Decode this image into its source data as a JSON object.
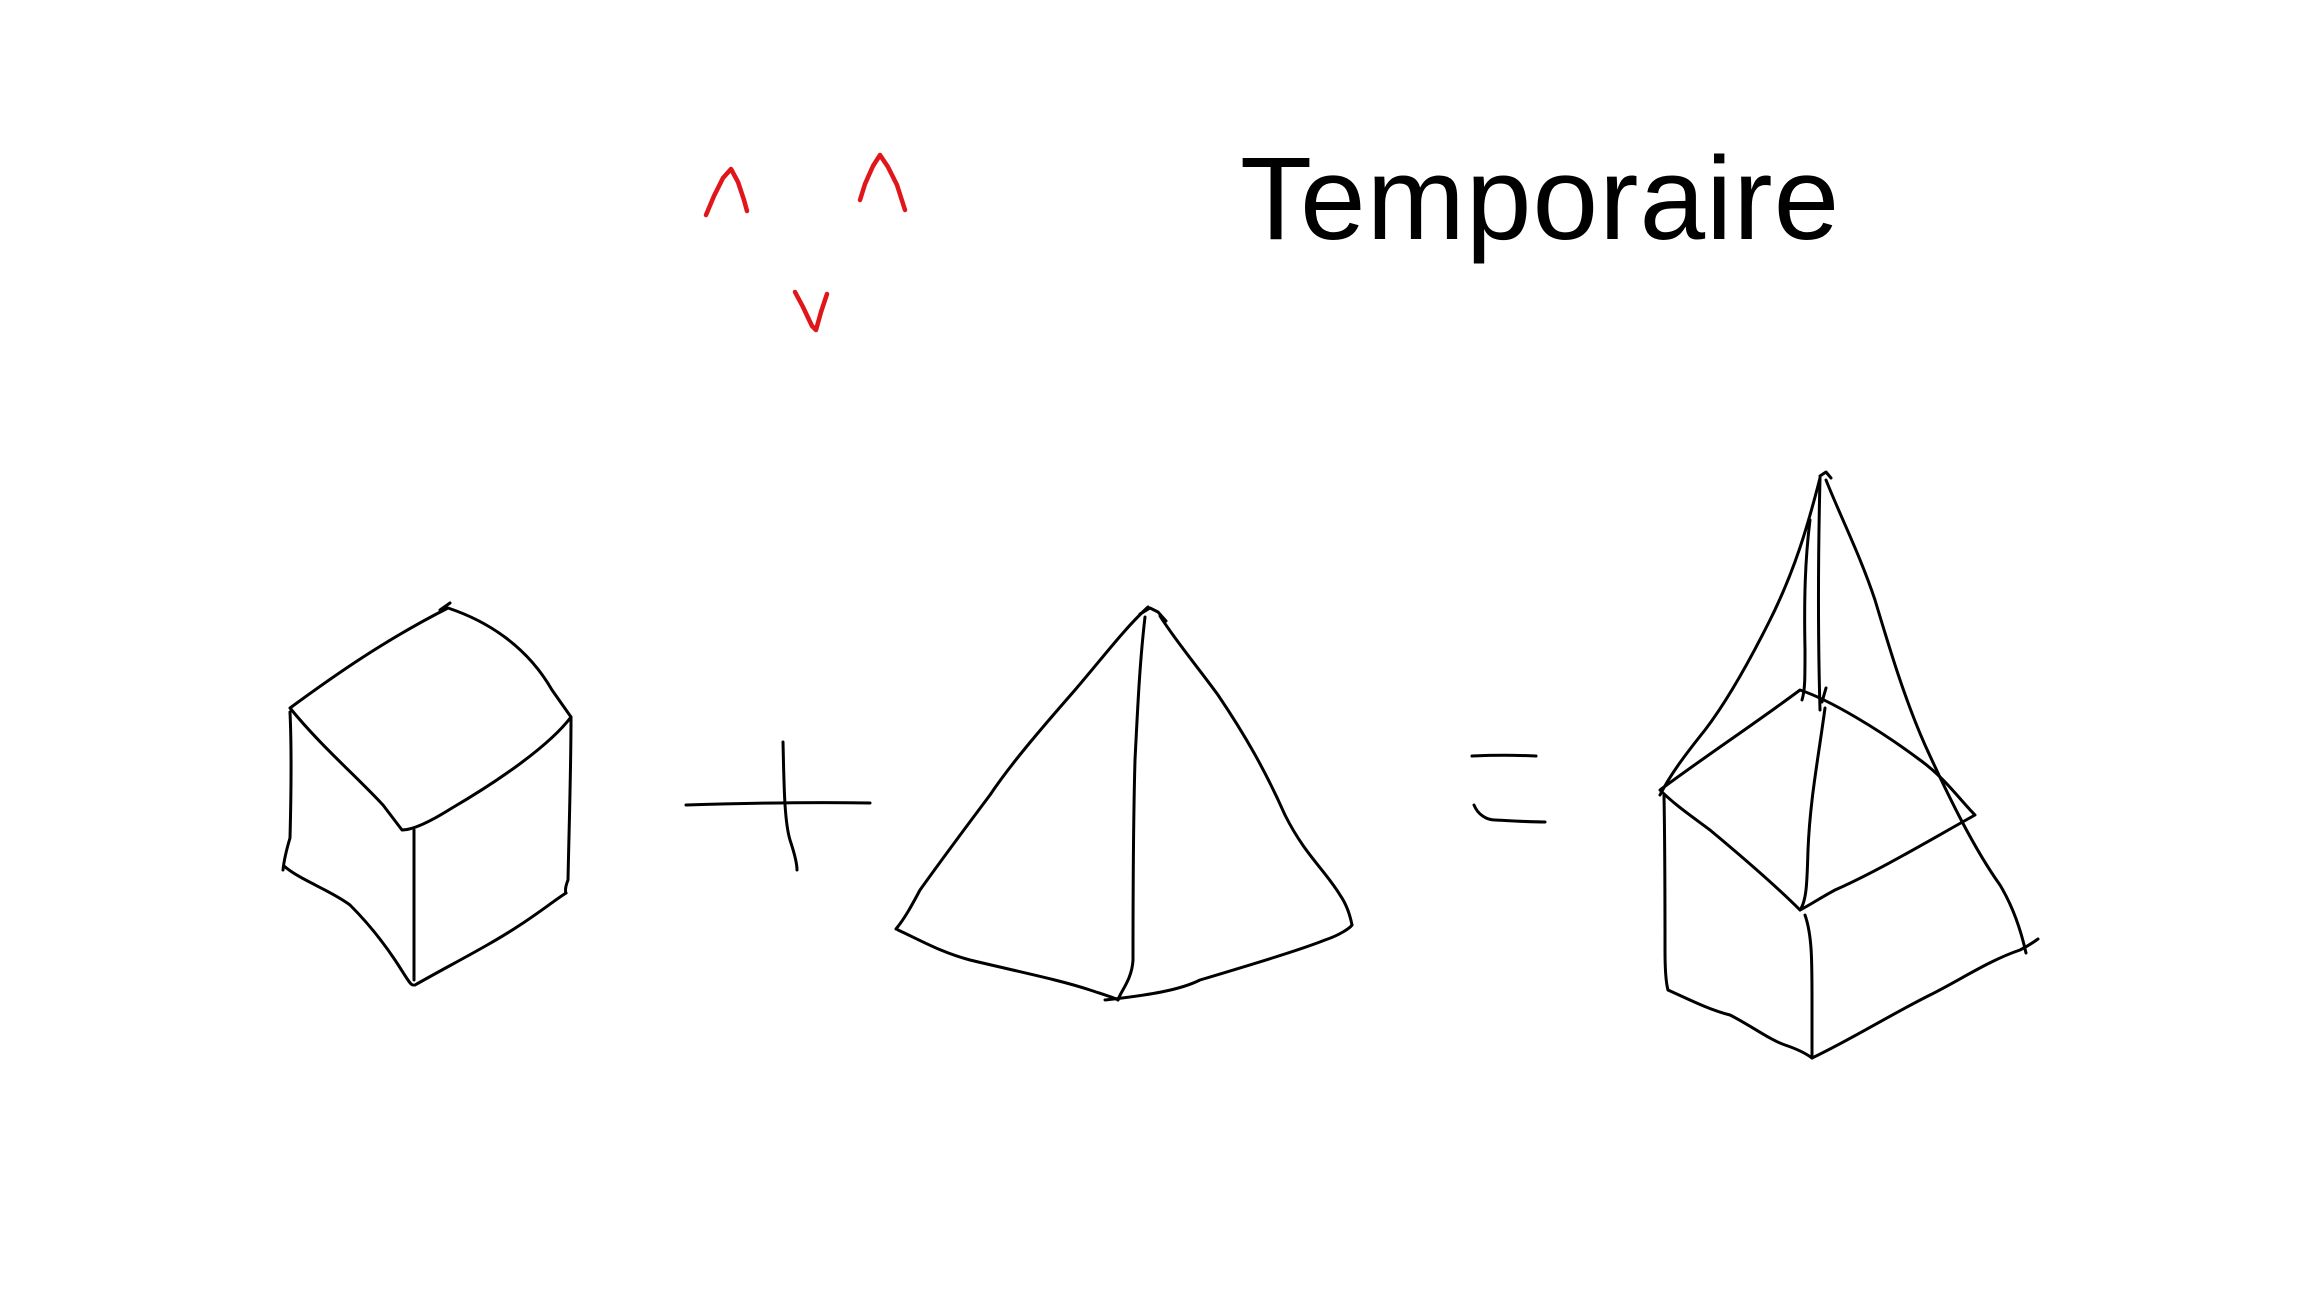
{
  "slide": {
    "title": "Temporaire",
    "colors": {
      "background": "#ffffff",
      "ink": "#000000",
      "annotation_ink": "#e0161b",
      "title_text": "#000000"
    },
    "annotation_marks": [
      "caret-up",
      "caret-up",
      "caret-down"
    ],
    "equation": [
      "cube",
      "plus",
      "pyramid",
      "equals",
      "cube-with-pyramid"
    ]
  }
}
